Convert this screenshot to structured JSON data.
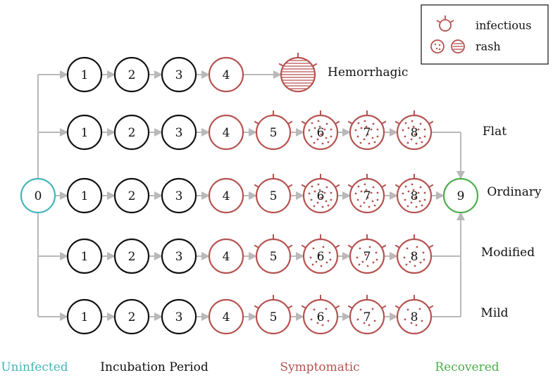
{
  "colors": {
    "uninfected": "#45b5b9",
    "incubation": "#111111",
    "symptomatic": "#b5524f",
    "recovered": "#4cae4c",
    "arrow": "#b9b9b9"
  },
  "legend": {
    "infectious_label": "infectious",
    "rash_label": "rash",
    "infectious_icon": "infectious-spikes-icon",
    "rash_icons": [
      "rash-dots-icon",
      "rash-stripes-icon"
    ]
  },
  "start_node": {
    "label": "0",
    "category": "uninfected"
  },
  "end_node": {
    "label": "9",
    "category": "recovered"
  },
  "rows": [
    {
      "label": "Hemorrhagic",
      "stages": [
        {
          "label": "1",
          "category": "incubation",
          "rash": "none",
          "infectious": false
        },
        {
          "label": "2",
          "category": "incubation",
          "rash": "none",
          "infectious": false
        },
        {
          "label": "3",
          "category": "incubation",
          "rash": "none",
          "infectious": false
        },
        {
          "label": "4",
          "category": "symptomatic",
          "rash": "none",
          "infectious": false
        },
        {
          "label": "",
          "category": "symptomatic",
          "rash": "stripes",
          "infectious": true
        }
      ],
      "to_recovered": false
    },
    {
      "label": "Flat",
      "stages": [
        {
          "label": "1",
          "category": "incubation",
          "rash": "none",
          "infectious": false
        },
        {
          "label": "2",
          "category": "incubation",
          "rash": "none",
          "infectious": false
        },
        {
          "label": "3",
          "category": "incubation",
          "rash": "none",
          "infectious": false
        },
        {
          "label": "4",
          "category": "symptomatic",
          "rash": "none",
          "infectious": false
        },
        {
          "label": "5",
          "category": "symptomatic",
          "rash": "none",
          "infectious": true
        },
        {
          "label": "6",
          "category": "symptomatic",
          "rash": "dots-dense",
          "infectious": true
        },
        {
          "label": "7",
          "category": "symptomatic",
          "rash": "dots-dense",
          "infectious": true
        },
        {
          "label": "8",
          "category": "symptomatic",
          "rash": "dots-dense",
          "infectious": true
        }
      ],
      "to_recovered": true
    },
    {
      "label": "Ordinary",
      "stages": [
        {
          "label": "1",
          "category": "incubation",
          "rash": "none",
          "infectious": false
        },
        {
          "label": "2",
          "category": "incubation",
          "rash": "none",
          "infectious": false
        },
        {
          "label": "3",
          "category": "incubation",
          "rash": "none",
          "infectious": false
        },
        {
          "label": "4",
          "category": "symptomatic",
          "rash": "none",
          "infectious": false
        },
        {
          "label": "5",
          "category": "symptomatic",
          "rash": "none",
          "infectious": true
        },
        {
          "label": "6",
          "category": "symptomatic",
          "rash": "dots-dense",
          "infectious": true
        },
        {
          "label": "7",
          "category": "symptomatic",
          "rash": "dots-dense",
          "infectious": true
        },
        {
          "label": "8",
          "category": "symptomatic",
          "rash": "dots-dense",
          "infectious": true
        }
      ],
      "to_recovered": true
    },
    {
      "label": "Modified",
      "stages": [
        {
          "label": "1",
          "category": "incubation",
          "rash": "none",
          "infectious": false
        },
        {
          "label": "2",
          "category": "incubation",
          "rash": "none",
          "infectious": false
        },
        {
          "label": "3",
          "category": "incubation",
          "rash": "none",
          "infectious": false
        },
        {
          "label": "4",
          "category": "symptomatic",
          "rash": "none",
          "infectious": false
        },
        {
          "label": "5",
          "category": "symptomatic",
          "rash": "none",
          "infectious": true
        },
        {
          "label": "6",
          "category": "symptomatic",
          "rash": "dots-sparse",
          "infectious": true
        },
        {
          "label": "7",
          "category": "symptomatic",
          "rash": "dots-sparse",
          "infectious": true
        },
        {
          "label": "8",
          "category": "symptomatic",
          "rash": "dots-sparse",
          "infectious": true
        }
      ],
      "to_recovered": true
    },
    {
      "label": "Mild",
      "stages": [
        {
          "label": "1",
          "category": "incubation",
          "rash": "none",
          "infectious": false
        },
        {
          "label": "2",
          "category": "incubation",
          "rash": "none",
          "infectious": false
        },
        {
          "label": "3",
          "category": "incubation",
          "rash": "none",
          "infectious": false
        },
        {
          "label": "4",
          "category": "symptomatic",
          "rash": "none",
          "infectious": false
        },
        {
          "label": "5",
          "category": "symptomatic",
          "rash": "none",
          "infectious": true
        },
        {
          "label": "6",
          "category": "symptomatic",
          "rash": "dots-few",
          "infectious": true
        },
        {
          "label": "7",
          "category": "symptomatic",
          "rash": "dots-few",
          "infectious": true
        },
        {
          "label": "8",
          "category": "symptomatic",
          "rash": "dots-few",
          "infectious": true
        }
      ],
      "to_recovered": true
    }
  ],
  "categories": [
    {
      "key": "uninfected",
      "label": "Uninfected"
    },
    {
      "key": "incubation",
      "label": "Incubation Period"
    },
    {
      "key": "symptomatic",
      "label": "Symptomatic"
    },
    {
      "key": "recovered",
      "label": "Recovered"
    }
  ]
}
